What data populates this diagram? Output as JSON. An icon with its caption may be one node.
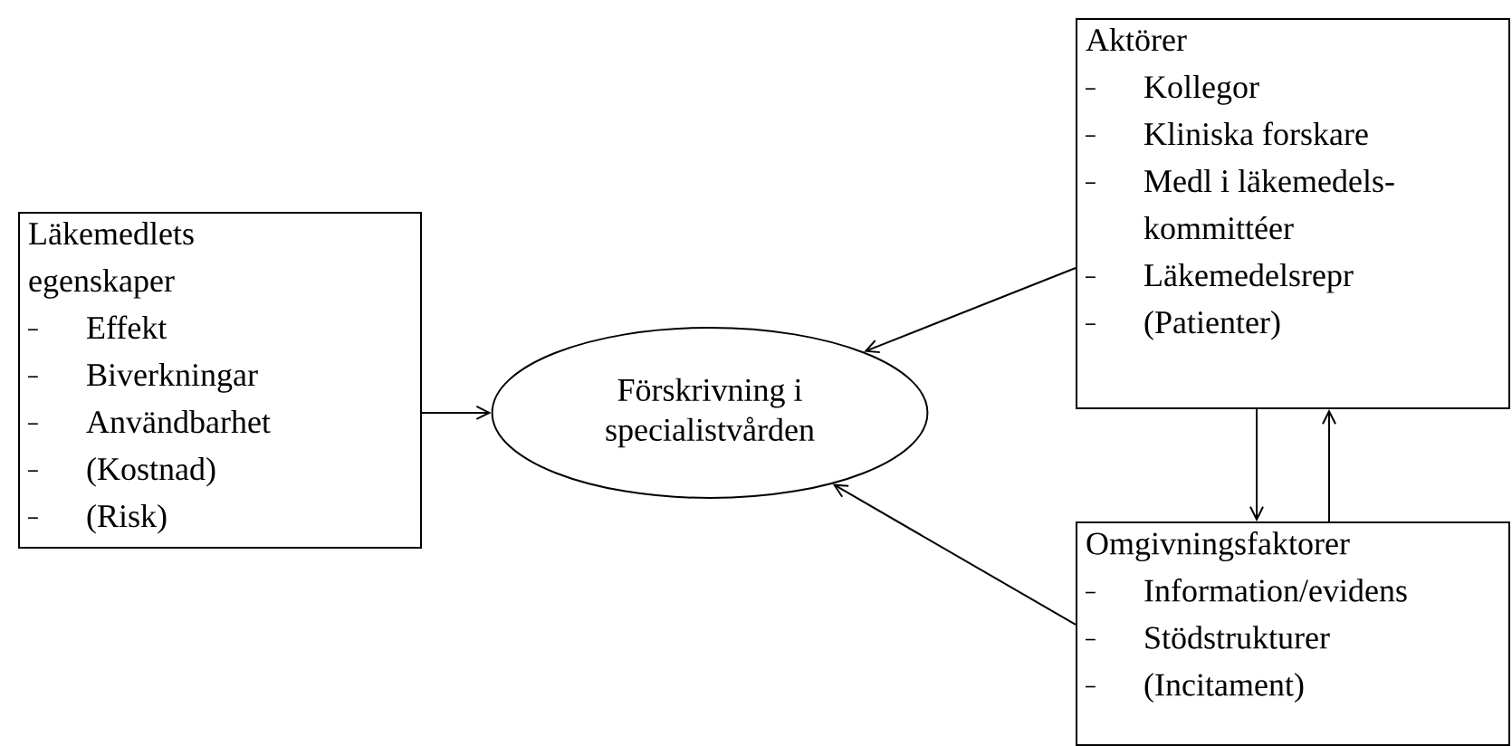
{
  "diagram": {
    "nodes": [
      {
        "text": [
          "Läkemedlets egenskaper",
          "Effekt",
          "Biverkningar",
          "Användbarhet",
          "(Kostnad)",
          "(Risk)"
        ]
      },
      {
        "text": [
          "Förskrivning i specialistvården"
        ]
      },
      {
        "text": [
          "Aktörer",
          "Kollegor",
          "Kliniska forskare",
          "Medl i läkemedels- kommittéer",
          "Läkemedelsrepr",
          "(Patienter)"
        ]
      },
      {
        "text": [
          "Omgivningsfaktorer",
          "Information/evidens",
          "Stödstrukturer",
          "(Incitament)"
        ]
      }
    ],
    "edges": [
      {
        "from": 0,
        "to": 1,
        "arrow": "to"
      },
      {
        "from": 2,
        "to": 1,
        "arrow": "to"
      },
      {
        "from": 3,
        "to": 1,
        "arrow": "to"
      },
      {
        "from": 2,
        "to": 3,
        "arrow": "to"
      },
      {
        "from": 3,
        "to": 2,
        "arrow": "to"
      }
    ]
  }
}
